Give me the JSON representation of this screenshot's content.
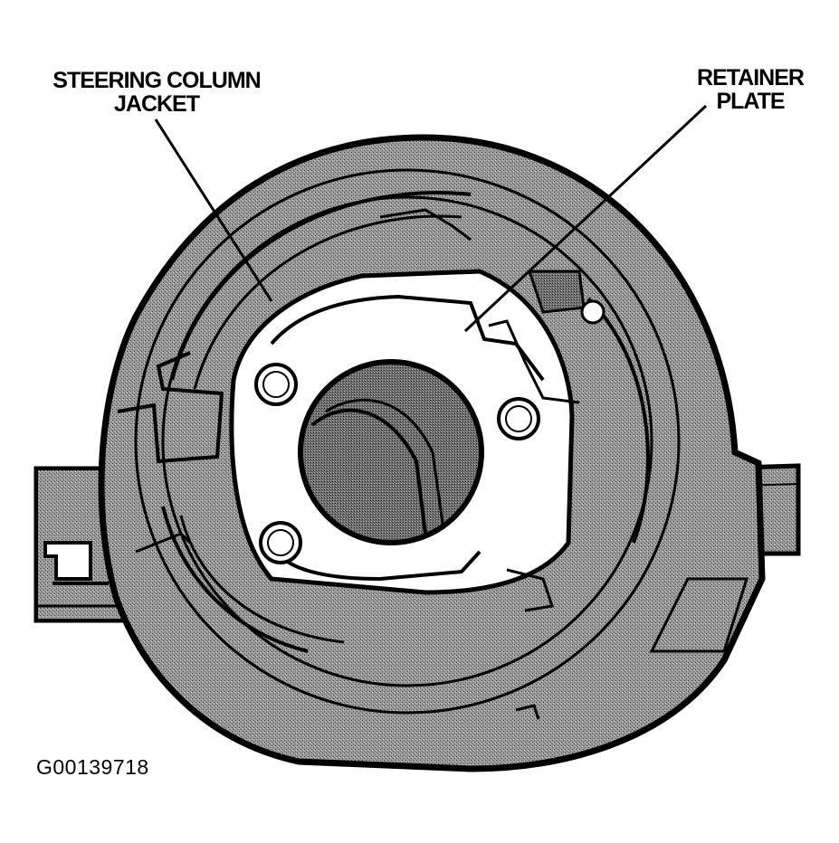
{
  "labels": {
    "steering_column_jacket": [
      "STEERING COLUMN",
      "JACKET"
    ],
    "retainer_plate": [
      "RETAINER",
      "PLATE"
    ]
  },
  "figure_code": "G00139718",
  "colors": {
    "housing": "#8c8c8c",
    "line": "#000000",
    "background": "#ffffff"
  }
}
